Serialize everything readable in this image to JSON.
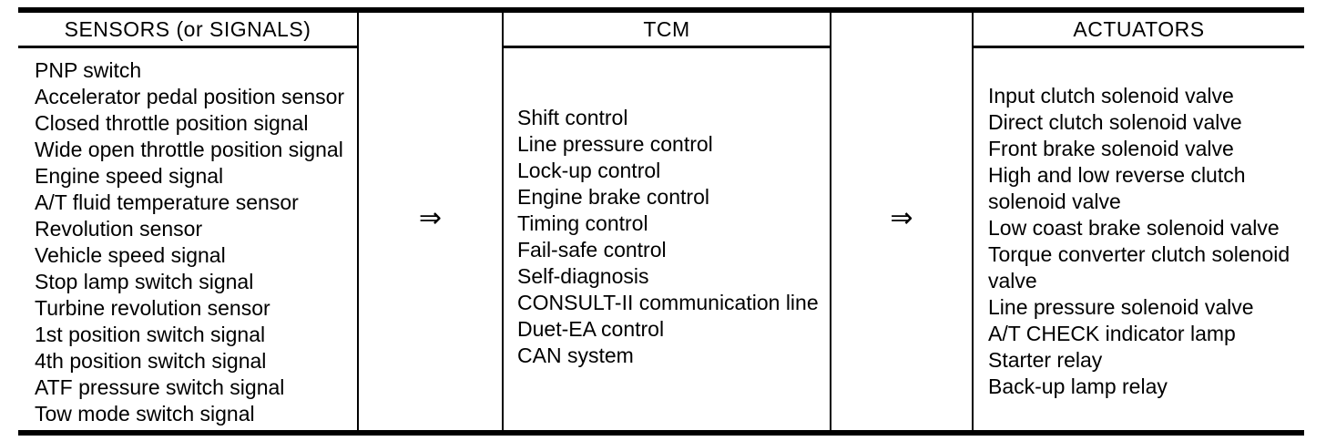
{
  "diagram": {
    "title_hint": "TCM input/output block diagram",
    "arrow": "⇒",
    "colors": {
      "foreground": "#000000",
      "background": "#ffffff"
    },
    "columns": [
      {
        "header": "SENSORS (or SIGNALS)",
        "items": [
          "PNP switch",
          "Accelerator pedal position sensor",
          "Closed throttle position signal",
          "Wide open throttle position signal",
          "Engine speed signal",
          "A/T fluid temperature sensor",
          "Revolution sensor",
          "Vehicle speed signal",
          "Stop lamp switch signal",
          "Turbine revolution sensor",
          "1st position switch signal",
          "4th position switch signal",
          "ATF pressure switch signal",
          "Tow mode switch signal"
        ]
      },
      {
        "header": "TCM",
        "items": [
          "Shift control",
          "Line pressure control",
          "Lock-up control",
          "Engine brake control",
          "Timing control",
          "Fail-safe control",
          "Self-diagnosis",
          "CONSULT-II communication line",
          "Duet-EA control",
          "CAN system"
        ]
      },
      {
        "header": "ACTUATORS",
        "items": [
          "Input clutch solenoid valve",
          "Direct clutch solenoid valve",
          "Front brake solenoid valve",
          "High and low reverse clutch solenoid valve",
          "Low coast brake solenoid valve",
          "Torque converter clutch solenoid valve",
          "Line pressure solenoid valve",
          "A/T CHECK indicator lamp",
          "Starter relay",
          "Back-up lamp relay"
        ]
      }
    ]
  }
}
